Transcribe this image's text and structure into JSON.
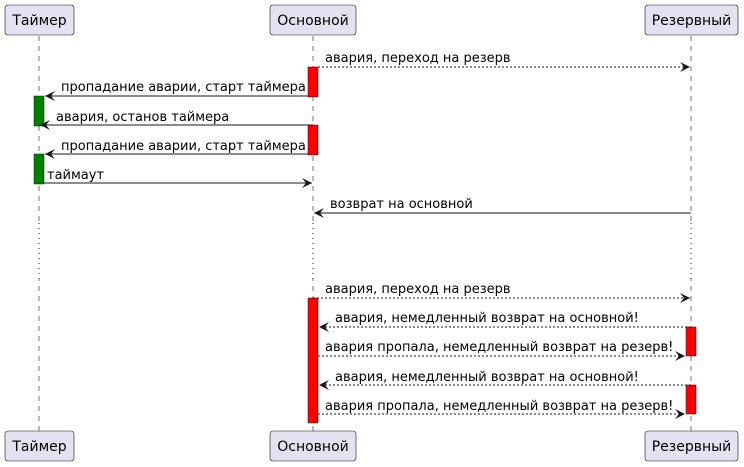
{
  "participants": [
    {
      "id": "timer",
      "label": "Таймер"
    },
    {
      "id": "main",
      "label": "Основной"
    },
    {
      "id": "backup",
      "label": "Резервный"
    }
  ],
  "messages": [
    {
      "from": "main",
      "to": "backup",
      "label": "авария, переход на резерв",
      "style": "dashed"
    },
    {
      "from": "main",
      "to": "timer",
      "label": "пропадание аварии, старт таймера",
      "style": "solid"
    },
    {
      "from": "main",
      "to": "timer",
      "label": "авария, останов таймера",
      "style": "solid"
    },
    {
      "from": "main",
      "to": "timer",
      "label": "пропадание аварии, старт таймера",
      "style": "solid"
    },
    {
      "from": "timer",
      "to": "main",
      "label": "таймаут",
      "style": "solid"
    },
    {
      "from": "backup",
      "to": "main",
      "label": "возврат на основной",
      "style": "solid"
    },
    {
      "from": "main",
      "to": "backup",
      "label": "авария, переход на резерв",
      "style": "dashed"
    },
    {
      "from": "backup",
      "to": "main",
      "label": "авария, немедленный возврат на основной!",
      "style": "dashed"
    },
    {
      "from": "main",
      "to": "backup",
      "label": "авария пропала, немедленный возврат на резерв!",
      "style": "dashed"
    },
    {
      "from": "backup",
      "to": "main",
      "label": "авария, немедленный возврат на основной!",
      "style": "dashed"
    },
    {
      "from": "main",
      "to": "backup",
      "label": "авария пропала, немедленный возврат на резерв!",
      "style": "dashed"
    }
  ],
  "colors": {
    "participant_fill": "#E2E2F0",
    "participant_border": "#181818",
    "lifeline": "#181818",
    "alarm_activation": "#FF0000",
    "timer_activation": "#008000"
  }
}
